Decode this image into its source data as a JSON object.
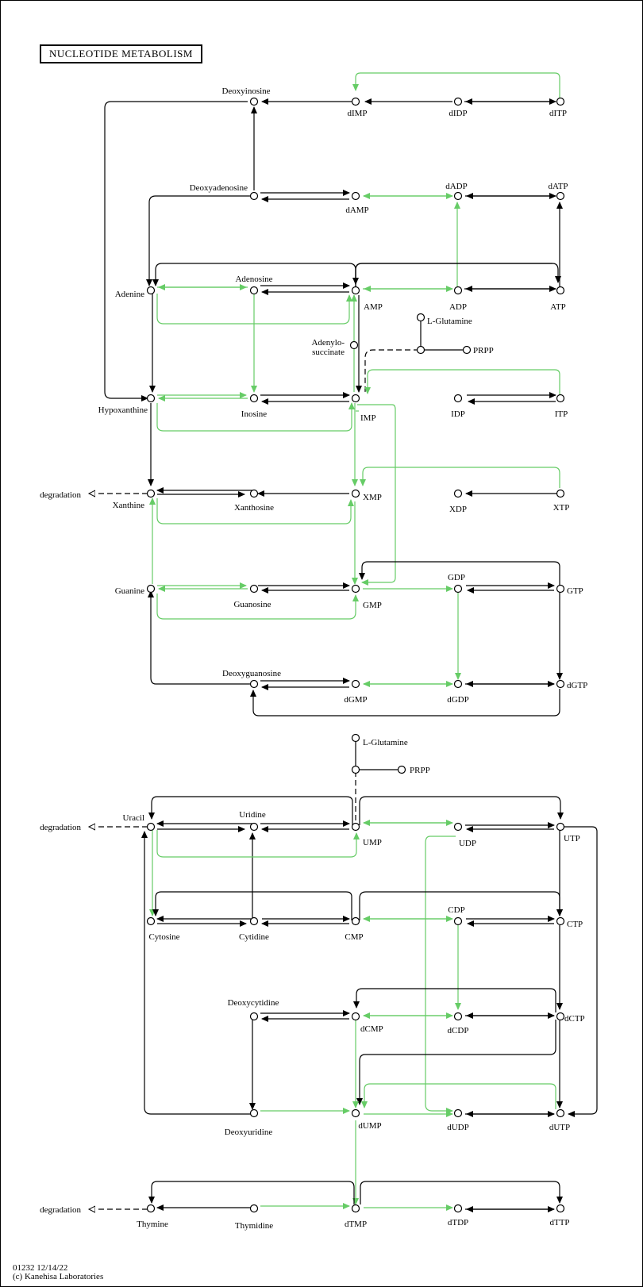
{
  "title": "NUCLEOTIDE METABOLISM",
  "footer": {
    "line1": "01232 12/14/22",
    "line2": "(c) Kanehisa Laboratories"
  },
  "colors": {
    "highlight": "#66cc66",
    "default": "#000000"
  },
  "labels": {
    "deoxyinosine": "Deoxyinosine",
    "dimp": "dIMP",
    "didp": "dIDP",
    "ditp": "dITP",
    "deoxyadenosine": "Deoxyadenosine",
    "damp": "dAMP",
    "dadp": "dADP",
    "datp": "dATP",
    "adenine": "Adenine",
    "adenosine": "Adenosine",
    "amp": "AMP",
    "adp": "ADP",
    "atp": "ATP",
    "lglutamine": "L-Glutamine",
    "prpp": "PRPP",
    "adenylo": "Adenylo-",
    "succinate": "succinate",
    "hypoxanthine": "Hypoxanthine",
    "inosine": "Inosine",
    "imp": "IMP",
    "idp": "IDP",
    "itp": "ITP",
    "degradation": "degradation",
    "xanthine": "Xanthine",
    "xanthosine": "Xanthosine",
    "xmp": "XMP",
    "xdp": "XDP",
    "xtp": "XTP",
    "guanine": "Guanine",
    "guanosine": "Guanosine",
    "gmp": "GMP",
    "gdp": "GDP",
    "gtp": "GTP",
    "deoxyguanosine": "Deoxyguanosine",
    "dgmp": "dGMP",
    "dgdp": "dGDP",
    "dgtp": "dGTP",
    "uracil": "Uracil",
    "uridine": "Uridine",
    "ump": "UMP",
    "udp": "UDP",
    "utp": "UTP",
    "cytosine": "Cytosine",
    "cytidine": "Cytidine",
    "cmp": "CMP",
    "cdp": "CDP",
    "ctp": "CTP",
    "deoxycytidine": "Deoxycytidine",
    "dcmp": "dCMP",
    "dcdp": "dCDP",
    "dctp": "dCTP",
    "deoxyuridine": "Deoxyuridine",
    "dump": "dUMP",
    "dudp": "dUDP",
    "dutp": "dUTP",
    "thymine": "Thymine",
    "thymidine": "Thymidine",
    "dtmp": "dTMP",
    "dtdp": "dTDP",
    "dttp": "dTTP"
  }
}
